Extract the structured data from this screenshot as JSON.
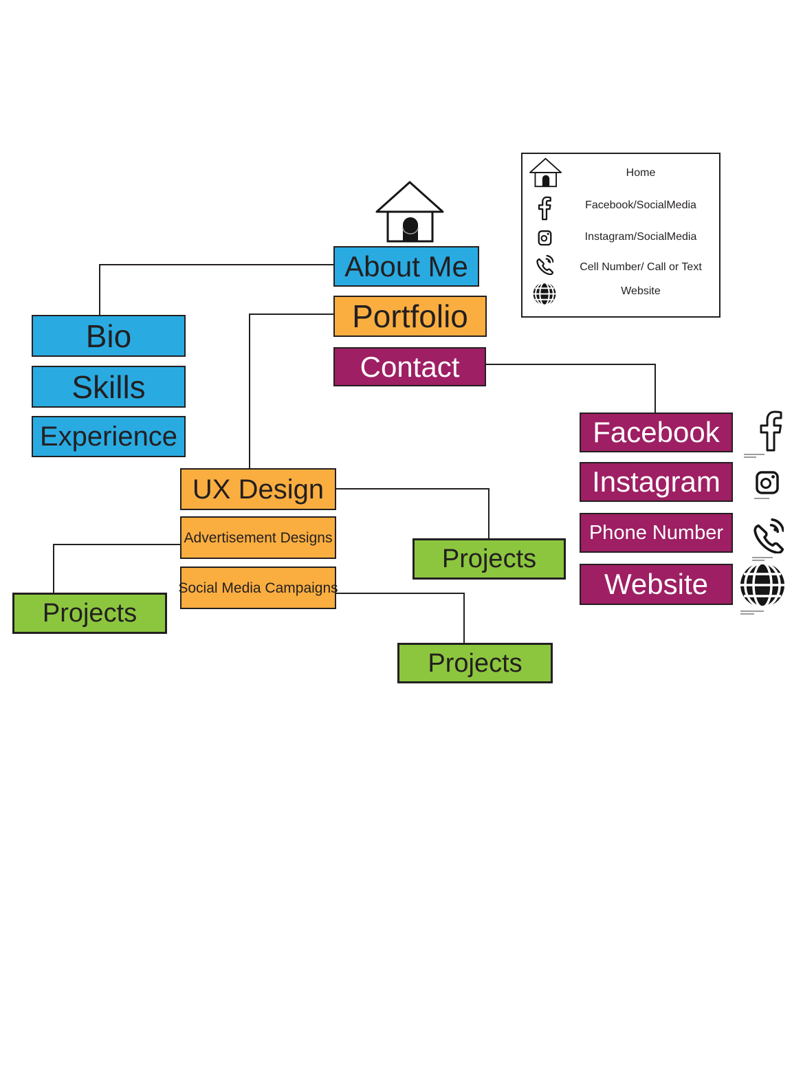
{
  "palette": {
    "blue": "#29ABE2",
    "orange": "#FAAE40",
    "magenta": "#9E1F63",
    "green": "#8CC63F",
    "line": "#231F20"
  },
  "nodes": {
    "about_me": {
      "label": "About Me",
      "color": "blue"
    },
    "portfolio": {
      "label": "Portfolio",
      "color": "orange"
    },
    "contact": {
      "label": "Contact",
      "color": "magenta"
    },
    "bio": {
      "label": "Bio",
      "color": "blue"
    },
    "skills": {
      "label": "Skills",
      "color": "blue"
    },
    "experience": {
      "label": "Experience",
      "color": "blue"
    },
    "ux_design": {
      "label": "UX Design",
      "color": "orange"
    },
    "advertisement_designs": {
      "label": "Advertisement Designs",
      "color": "orange"
    },
    "social_media_campaigns": {
      "label": "Social Media Campaigns",
      "color": "orange"
    },
    "projects_left": {
      "label": "Projects",
      "color": "green"
    },
    "projects_middle": {
      "label": "Projects",
      "color": "green"
    },
    "projects_bottom": {
      "label": "Projects",
      "color": "green"
    },
    "facebook": {
      "label": "Facebook",
      "color": "magenta"
    },
    "instagram": {
      "label": "Instagram",
      "color": "magenta"
    },
    "phone_number": {
      "label": "Phone Number",
      "color": "magenta"
    },
    "website": {
      "label": "Website",
      "color": "magenta"
    }
  },
  "legend": {
    "items": [
      {
        "icon": "home-icon",
        "label": "Home"
      },
      {
        "icon": "facebook-icon",
        "label": "Facebook/SocialMedia"
      },
      {
        "icon": "instagram-icon",
        "label": "Instagram/SocialMedia"
      },
      {
        "icon": "phone-icon",
        "label": "Cell Number/ Call or Text"
      },
      {
        "icon": "website-icon",
        "label": "Website"
      }
    ]
  },
  "decorations": {
    "top_icon": "home-icon",
    "right_icons": [
      "facebook-icon",
      "instagram-icon",
      "phone-icon",
      "website-icon"
    ]
  }
}
